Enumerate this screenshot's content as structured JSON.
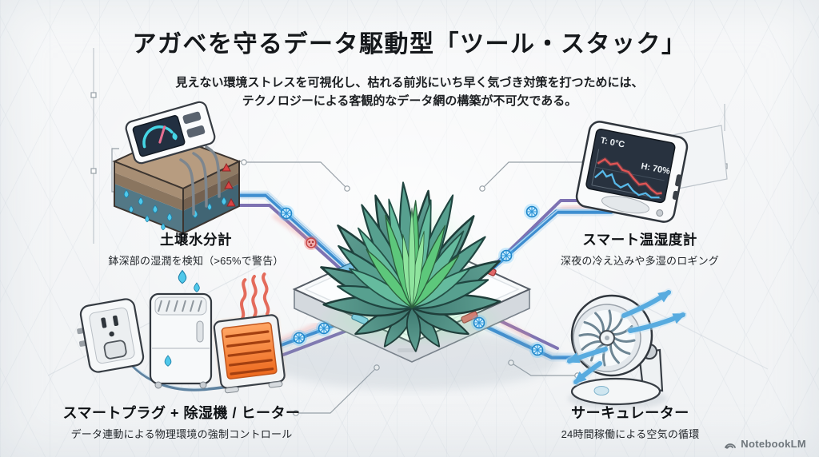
{
  "header": {
    "title": "アガベを守るデータ駆動型「ツール・スタック」",
    "subtitle_lines": [
      "見えない環境ストレスを可視化し、枯れる前兆にいち早く気づき対策を打つためには、",
      "テクノロジーによる客観的なデータ網の構築が不可欠である。"
    ]
  },
  "devices": {
    "soil_sensor": {
      "title": "土壌水分計",
      "desc": "鉢深部の湿潤を検知（>65%で警告）"
    },
    "hygrometer": {
      "title": "スマート温湿度計",
      "desc": "深夜の冷え込みや多湿のロギング",
      "screen_temp": "T: 0°C",
      "screen_humidity": "H: 70%"
    },
    "actuators": {
      "title": "スマートプラグ + 除湿機 / ヒーター",
      "desc": "データ連動による物理環境の強制コントロール"
    },
    "circulator": {
      "title": "サーキュレーター",
      "desc": "24時間稼働による空気の循環"
    }
  },
  "watermark": {
    "label": "NotebookLM"
  },
  "colors": {
    "cable_blue": "#3e8ed0",
    "cable_purple": "#7d72b2",
    "alert_red": "#d94444",
    "node_blue": "#35a4e8",
    "leaf_teal": "#4a867c",
    "leaf_green": "#5dc77b",
    "glow_green": "#8df5a8"
  }
}
